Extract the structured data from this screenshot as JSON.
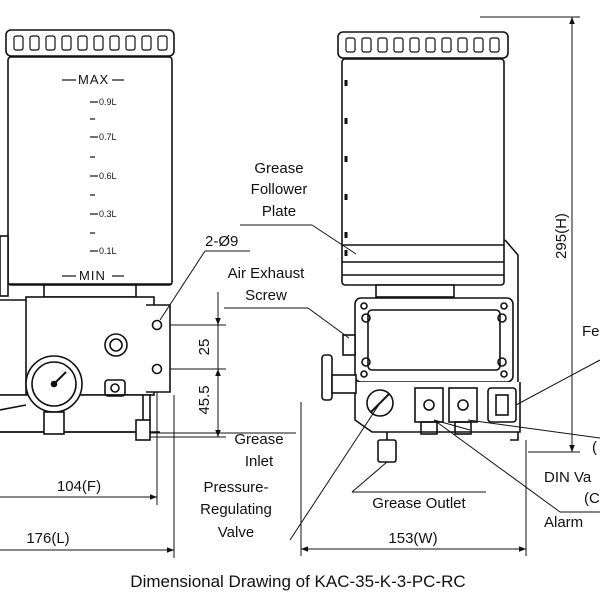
{
  "title": "Dimensional Drawing of KAC-35-K-3-PC-RC",
  "reservoir_scale": {
    "max": "MAX",
    "min": "MIN",
    "marks": [
      "0.9L",
      "0.7L",
      "0.6L",
      "0.3L",
      "0.1L"
    ]
  },
  "callouts": {
    "grease_follower_plate": [
      "Grease",
      "Follower",
      "Plate"
    ],
    "mounting_holes": "2-Ø9",
    "air_exhaust_screw": [
      "Air Exhaust",
      "Screw"
    ],
    "grease_inlet": [
      "Grease",
      "Inlet"
    ],
    "pressure_regulating_valve": [
      "Pressure-",
      "Regulating",
      "Valve"
    ],
    "grease_outlet": "Grease Outlet",
    "fe_partial": "Fe",
    "din_valve_partial": [
      "DIN Va",
      "(C"
    ],
    "alarm_partial": "Alarm",
    "paren_partial": "("
  },
  "dimensions": {
    "height": "295(H)",
    "hole_spacing": "25",
    "hole_to_inlet": "45.5",
    "base_width_f": "104(F)",
    "length": "176(L)",
    "width": "153(W)"
  }
}
